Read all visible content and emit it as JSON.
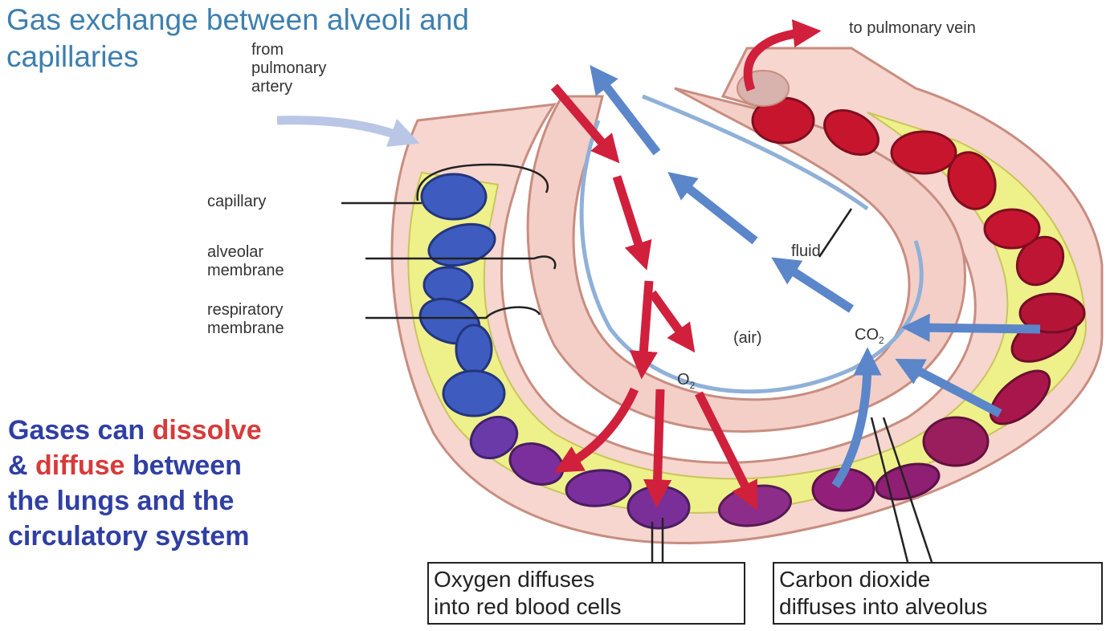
{
  "title": {
    "line1": "Gas exchange between alveoli and",
    "line2": "capillaries"
  },
  "labels": {
    "from_artery": [
      "from",
      "pulmonary",
      "artery"
    ],
    "to_vein": "to pulmonary vein",
    "capillary": "capillary",
    "alveolar_membrane": [
      "alveolar",
      "membrane"
    ],
    "respiratory_membrane": [
      "respiratory",
      "membrane"
    ],
    "fluid": "fluid",
    "air": "(air)",
    "o2": {
      "base": "O",
      "sub": "2"
    },
    "co2": {
      "base": "CO",
      "sub": "2"
    }
  },
  "side_text": {
    "line1_part1": "Gases can ",
    "line1_part2": "dissolve",
    "line2_part1": "& ",
    "line2_part2": "diffuse",
    "line2_part3": " between",
    "line3": "the lungs and the",
    "line4": "circulatory system"
  },
  "boxes": {
    "oxygen": [
      "Oxygen diffuses",
      "into red blood cells"
    ],
    "carbon_dioxide": [
      "Carbon dioxide",
      "diffuses into alveolus"
    ]
  },
  "colors": {
    "title": "#3d7fae",
    "side_text": "#2f3fa3",
    "highlight": "#d83a3a",
    "oxygen_arrow": "#d0203c",
    "co2_arrow": "#5b86c9",
    "deoxygenated_cell": "#3e5cbf",
    "oxygenated_cell": "#c8152e",
    "mixed_cell": "#8a2a8a",
    "plasma": "#eef08a",
    "tissue": "#f6d6cf"
  }
}
